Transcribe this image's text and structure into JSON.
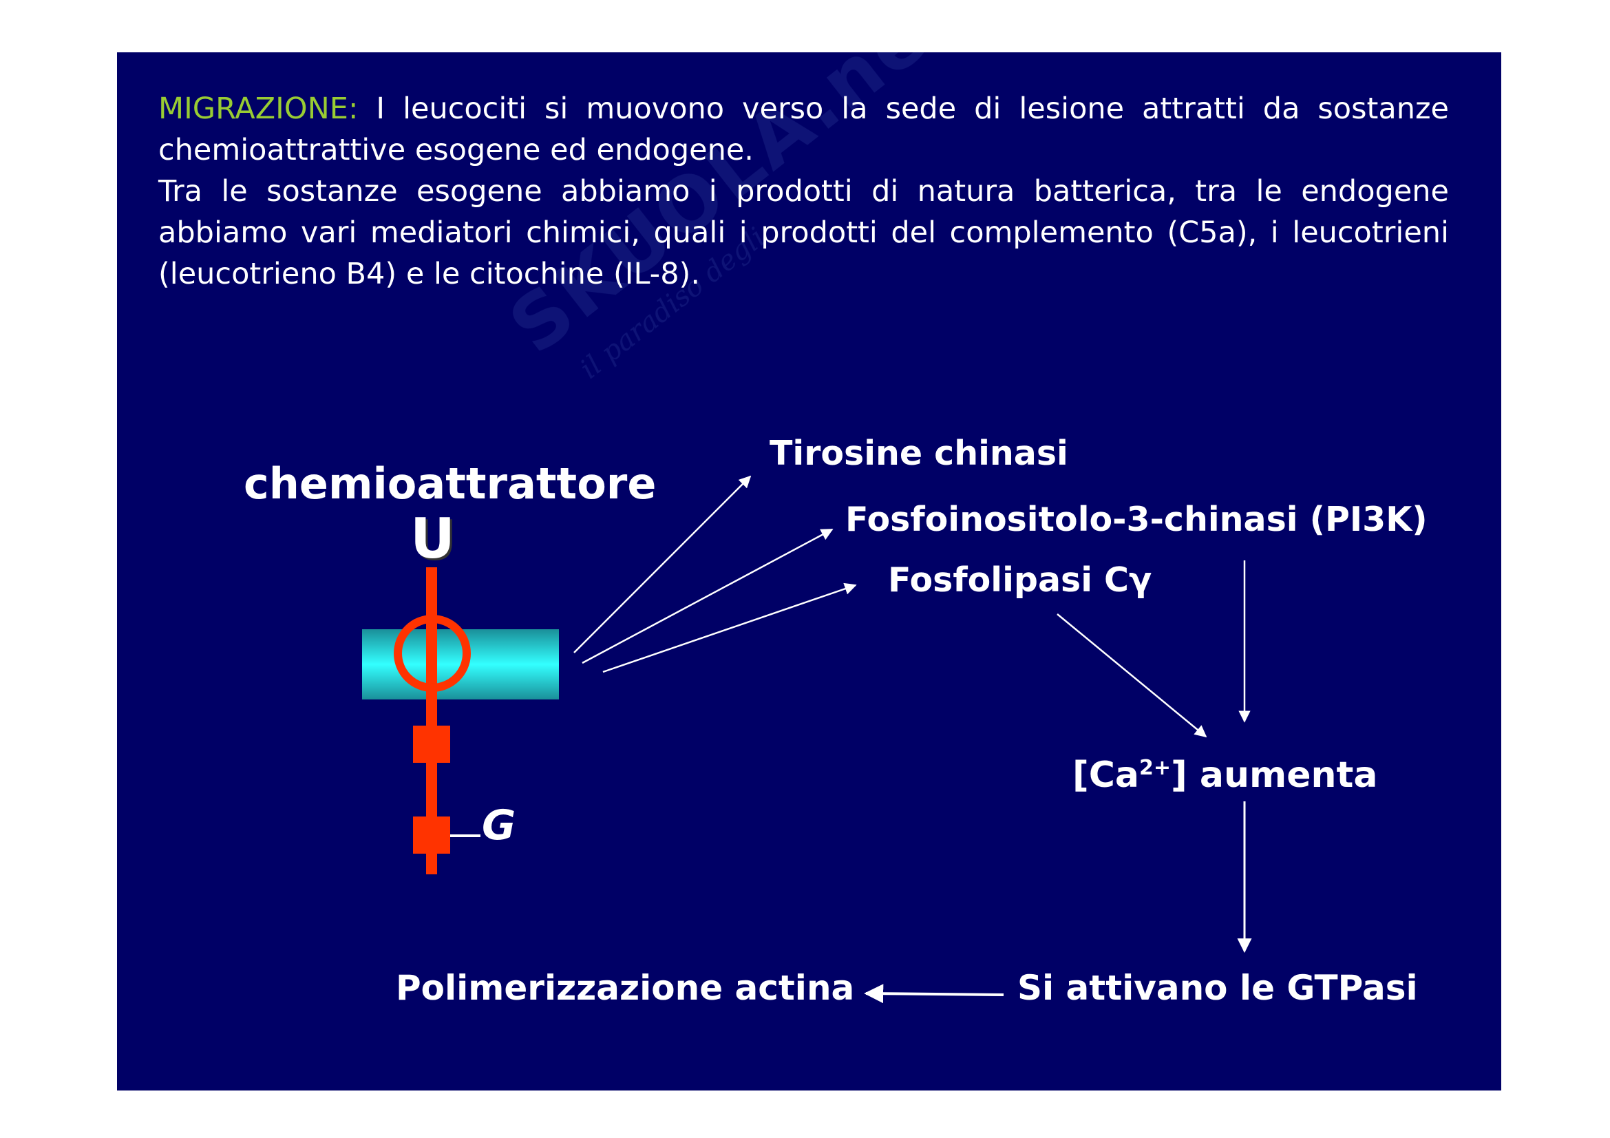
{
  "intro": {
    "heading": "MIGRAZIONE:",
    "line1_rest": " I leucociti si muovono verso la sede di lesione attratti da sostanze chemioattrattive esogene ed endogene.",
    "line2": "Tra le sostanze esogene abbiamo i prodotti di natura batterica, tra le endogene abbiamo vari mediatori chimici, quali i prodotti del complemento (C5a), i leucotrieni (leucotrieno B4) e le citochine (IL-8)."
  },
  "watermark": {
    "main": "SKUOLA.net",
    "sub": "il paradiso degli"
  },
  "diagram": {
    "chemoattractant": "chemioattrattore",
    "ligand_symbol": "U",
    "g_protein": "G",
    "tyrosine_kinase": "Tirosine chinasi",
    "pi3k": "Fosfoinositolo-3-chinasi (PI3K)",
    "phospholipase": "Fosfolipasi Cγ",
    "calcium_prefix": "[Ca",
    "calcium_charge": "2+",
    "calcium_suffix": "] aumenta",
    "gtpases": "Si attivano le GTPasi",
    "actin": "Polimerizzazione actina"
  },
  "colors": {
    "slide_background": "#000066",
    "heading_accent": "#99cc33",
    "text": "#ffffff",
    "receptor": "#ff3300",
    "membrane": "#33ffff"
  }
}
